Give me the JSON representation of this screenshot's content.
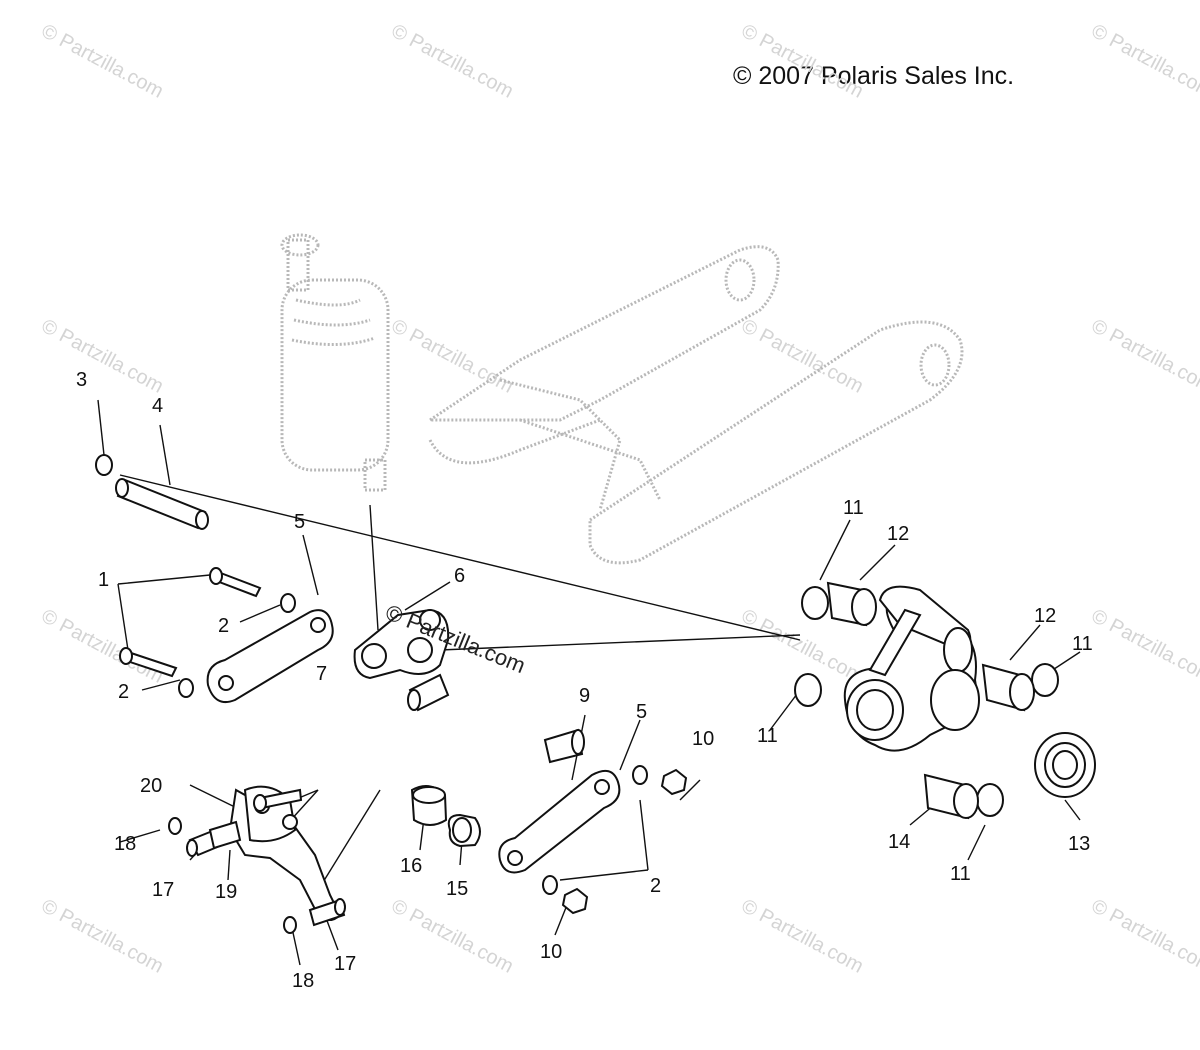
{
  "copyright": "© 2007 Polaris Sales Inc.",
  "watermark_text": "© Partzilla.com",
  "center_watermark": "© Partzilla.com",
  "callouts": [
    "1",
    "2",
    "2",
    "2",
    "3",
    "4",
    "5",
    "5",
    "6",
    "7",
    "9",
    "10",
    "10",
    "11",
    "11",
    "11",
    "11",
    "12",
    "12",
    "13",
    "14",
    "15",
    "16",
    "17",
    "17",
    "18",
    "18",
    "19",
    "20"
  ],
  "colors": {
    "line": "#111111",
    "ghost": "#b8b8b8",
    "watermark": "#d4d4d4"
  }
}
